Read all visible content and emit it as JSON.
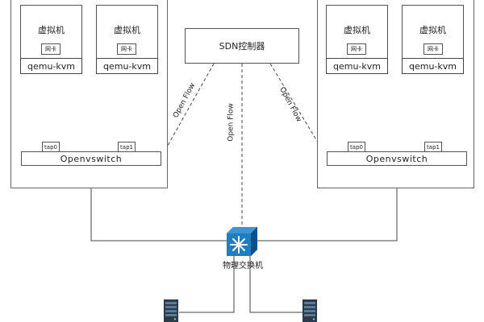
{
  "left_host": {
    "vm1": {
      "title": "虚拟机",
      "nic": "网卡",
      "qemu": "qemu-kvm",
      "tap": "tap0"
    },
    "vm2": {
      "title": "虚拟机",
      "nic": "网卡",
      "qemu": "qemu-kvm",
      "tap": "tap1"
    },
    "ovs": "Openvswitch"
  },
  "right_host": {
    "vm1": {
      "title": "虚拟机",
      "nic": "网卡",
      "qemu": "qemu-kvm",
      "tap": "tap0"
    },
    "vm2": {
      "title": "虚拟机",
      "nic": "网卡",
      "qemu": "qemu-kvm",
      "tap": "tap1"
    },
    "ovs": "Openvswitch"
  },
  "controller": {
    "label": "SDN控制器"
  },
  "links": {
    "left": "Open Flow",
    "middle": "Open Flow",
    "right": "Open Flow"
  },
  "physical_switch": {
    "label": "物理交换机",
    "icon": "network-switch-icon",
    "color": "#1e7fc0"
  },
  "servers": {
    "icon": "server-icon",
    "color": "#2a3a4a"
  }
}
